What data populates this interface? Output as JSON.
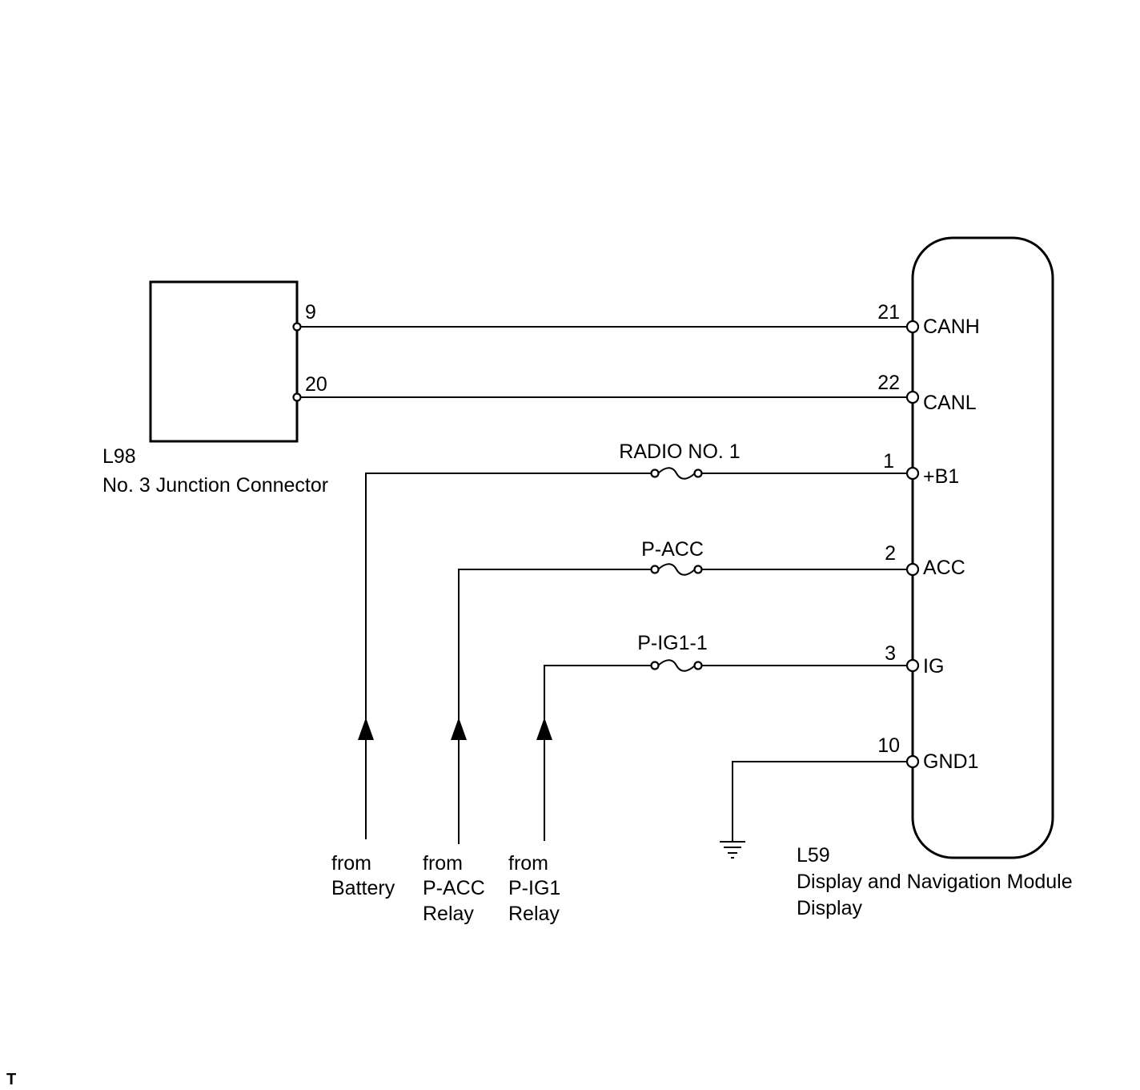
{
  "junction_connector": {
    "code": "L98",
    "name": "No. 3 Junction Connector",
    "pins": [
      "9",
      "20"
    ]
  },
  "module": {
    "code": "L59",
    "name_line1": "Display and Navigation Module",
    "name_line2": "Display",
    "terminals": [
      {
        "pin": "21",
        "signal": "CANH"
      },
      {
        "pin": "22",
        "signal": "CANL"
      },
      {
        "pin": "1",
        "signal": "+B1"
      },
      {
        "pin": "2",
        "signal": "ACC"
      },
      {
        "pin": "3",
        "signal": "IG"
      },
      {
        "pin": "10",
        "signal": "GND1"
      }
    ]
  },
  "fuses": [
    "RADIO NO. 1",
    "P-ACC",
    "P-IG1-1"
  ],
  "sources": [
    {
      "line1": "from",
      "line2": "Battery",
      "line3": ""
    },
    {
      "line1": "from",
      "line2": "P-ACC",
      "line3": "Relay"
    },
    {
      "line1": "from",
      "line2": "P-IG1",
      "line3": "Relay"
    }
  ],
  "corner_mark": "T"
}
